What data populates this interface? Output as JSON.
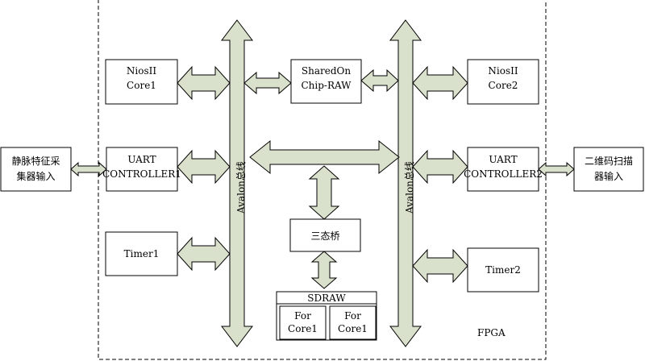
{
  "fpga_label": "FPGA",
  "blocks": {
    "nios1": [
      "NiosII",
      "Core1"
    ],
    "nios2": [
      "NiosII",
      "Core2"
    ],
    "shared": [
      "SharedOn",
      "Chip-RAW"
    ],
    "uart1": [
      "UART",
      "CONTROLLER1"
    ],
    "uart2": [
      "UART",
      "CONTROLLER2"
    ],
    "timer1": "Timer1",
    "timer2": "Timer2",
    "bridge": "三态桥",
    "sdram": "SDRAW",
    "sdram_left": [
      "For",
      "Core1"
    ],
    "sdram_right": [
      "For",
      "Core1"
    ],
    "vein_input": [
      "静脉特征采",
      "集器输入"
    ],
    "qr_input": [
      "二维码扫描",
      "器输入"
    ]
  },
  "bus": {
    "left": "Avalon总线",
    "right": "Avalon总线"
  }
}
